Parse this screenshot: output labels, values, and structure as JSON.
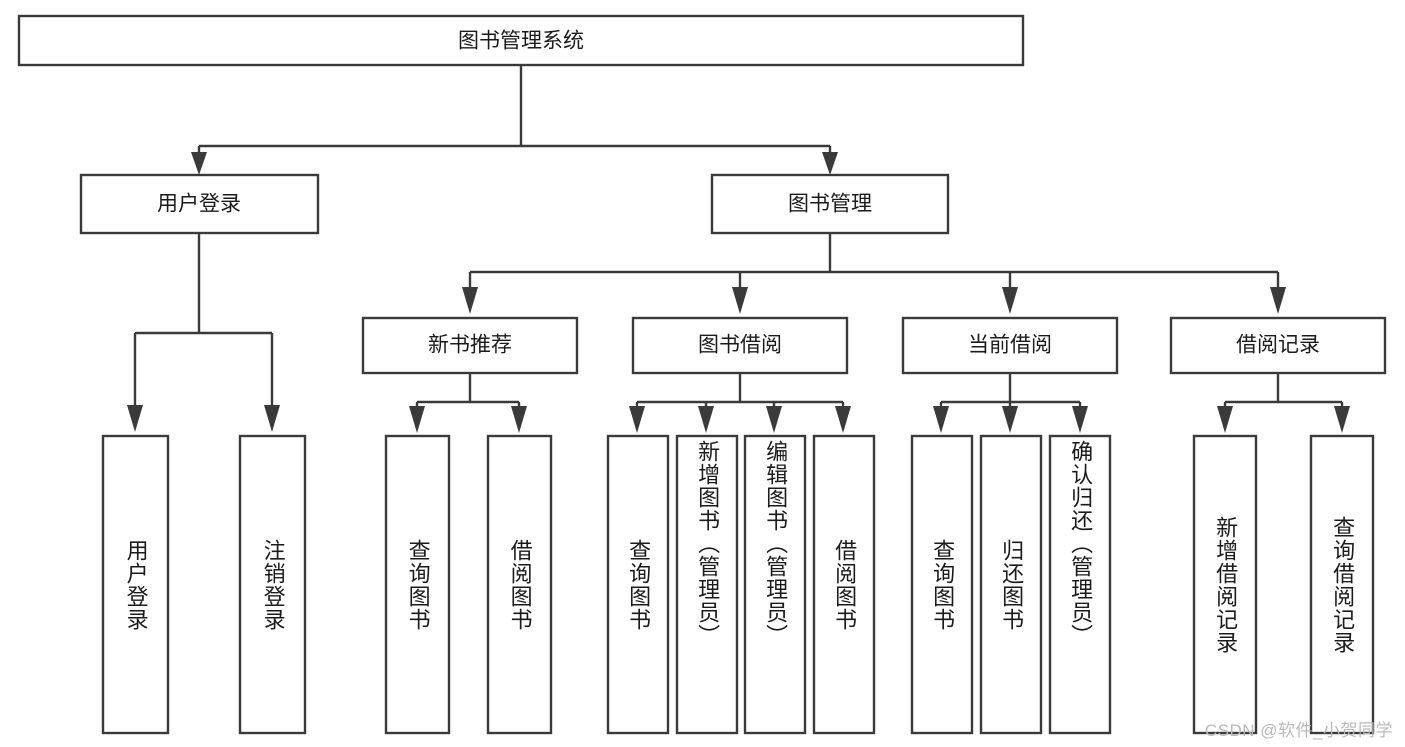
{
  "diagram": {
    "title": "图书管理系统",
    "type": "tree",
    "root": {
      "id": "root",
      "label": "图书管理系统",
      "orientation": "horizontal"
    },
    "level2": [
      {
        "id": "user-login",
        "label": "用户登录",
        "orientation": "horizontal"
      },
      {
        "id": "book-management",
        "label": "图书管理",
        "orientation": "horizontal"
      }
    ],
    "level3": [
      {
        "id": "new-book-recommend",
        "label": "新书推荐",
        "parent": "book-management",
        "orientation": "horizontal"
      },
      {
        "id": "book-borrow",
        "label": "图书借阅",
        "parent": "book-management",
        "orientation": "horizontal"
      },
      {
        "id": "current-borrow",
        "label": "当前借阅",
        "parent": "book-management",
        "orientation": "horizontal"
      },
      {
        "id": "borrow-record",
        "label": "借阅记录",
        "parent": "book-management",
        "orientation": "horizontal"
      }
    ],
    "leaves": [
      {
        "id": "leaf-user-login",
        "label": "用户登录",
        "parent": "user-login",
        "orientation": "vertical"
      },
      {
        "id": "leaf-logout-login",
        "label": "注销登录",
        "parent": "user-login",
        "orientation": "vertical"
      },
      {
        "id": "leaf-query-book-1",
        "label": "查询图书",
        "parent": "new-book-recommend",
        "orientation": "vertical"
      },
      {
        "id": "leaf-borrow-book-1",
        "label": "借阅图书",
        "parent": "new-book-recommend",
        "orientation": "vertical"
      },
      {
        "id": "leaf-query-book-2",
        "label": "查询图书",
        "parent": "book-borrow",
        "orientation": "vertical"
      },
      {
        "id": "leaf-add-book",
        "label": "新增图书（管理员）",
        "parent": "book-borrow",
        "orientation": "vertical"
      },
      {
        "id": "leaf-edit-book",
        "label": "编辑图书（管理员）",
        "parent": "book-borrow",
        "orientation": "vertical"
      },
      {
        "id": "leaf-borrow-book-2",
        "label": "借阅图书",
        "parent": "book-borrow",
        "orientation": "vertical"
      },
      {
        "id": "leaf-query-book-3",
        "label": "查询图书",
        "parent": "current-borrow",
        "orientation": "vertical"
      },
      {
        "id": "leaf-return-book",
        "label": "归还图书",
        "parent": "current-borrow",
        "orientation": "vertical"
      },
      {
        "id": "leaf-confirm-return",
        "label": "确认归还（管理员）",
        "parent": "current-borrow",
        "orientation": "vertical"
      },
      {
        "id": "leaf-add-record",
        "label": "新增借阅记录",
        "parent": "borrow-record",
        "orientation": "vertical"
      },
      {
        "id": "leaf-query-record",
        "label": "查询借阅记录",
        "parent": "borrow-record",
        "orientation": "vertical"
      }
    ]
  },
  "watermark": {
    "text": "CSDN @软件_小贺同学"
  },
  "colors": {
    "stroke": "#3a3a3a",
    "fill": "#ffffff",
    "text": "#1b1b1b",
    "watermark": "#b9b9b9",
    "background": "#ffffff"
  }
}
